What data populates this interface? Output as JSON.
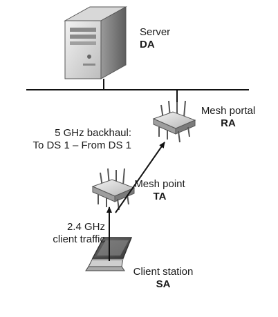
{
  "nodes": {
    "server": {
      "name": "Server",
      "address": "DA",
      "icon": "server-tower-icon"
    },
    "portal": {
      "name": "Mesh portal",
      "address": "RA",
      "icon": "wireless-router-icon"
    },
    "point": {
      "name": "Mesh point",
      "address": "TA",
      "icon": "wireless-router-icon"
    },
    "client": {
      "name": "Client station",
      "address": "SA",
      "icon": "laptop-icon"
    }
  },
  "links": {
    "backhaul": {
      "line1": "5 GHz backhaul:",
      "line2": "To DS 1 – From DS 1"
    },
    "client": {
      "line1": "2.4 GHz",
      "line2": "client traffic"
    }
  }
}
